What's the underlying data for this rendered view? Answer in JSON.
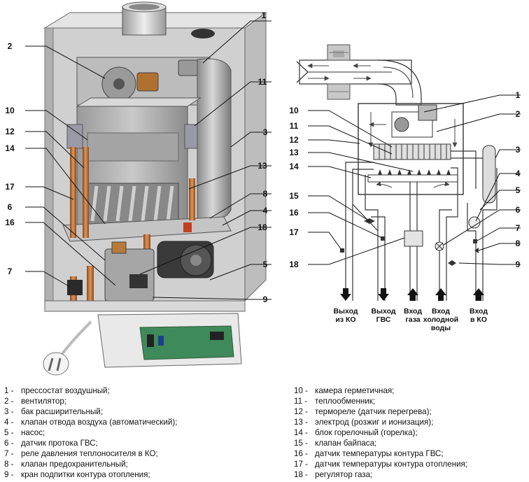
{
  "callouts_left": [
    "1",
    "2",
    "3",
    "4",
    "5",
    "6",
    "7",
    "8",
    "9",
    "10",
    "11",
    "12",
    "13",
    "14",
    "16",
    "17",
    "18"
  ],
  "callouts_right": [
    "1",
    "2",
    "3",
    "4",
    "5",
    "6",
    "7",
    "8",
    "9",
    "10",
    "11",
    "12",
    "13",
    "14",
    "15",
    "16",
    "17",
    "18"
  ],
  "outlets": [
    {
      "lines": [
        "Выход",
        "из КО"
      ],
      "arrow": "down"
    },
    {
      "lines": [
        "Выход",
        "ГВС"
      ],
      "arrow": "down"
    },
    {
      "lines": [
        "Вход",
        "газа"
      ],
      "arrow": "up"
    },
    {
      "lines": [
        "Вход",
        "холодной",
        "воды"
      ],
      "arrow": "up"
    },
    {
      "lines": [
        "Вход",
        "в КО"
      ],
      "arrow": "up"
    }
  ],
  "legend_left": [
    {
      "n": "1 -",
      "text": "прессостат воздушный;"
    },
    {
      "n": "2 -",
      "text": "вентилятор;"
    },
    {
      "n": "3 -",
      "text": "бак расширительный;"
    },
    {
      "n": "4 -",
      "text": "клапан отвода воздуха (автоматический);"
    },
    {
      "n": "5 -",
      "text": "насос;"
    },
    {
      "n": "6 -",
      "text": "датчик протока ГВС;"
    },
    {
      "n": "7 -",
      "text": "реле давления теплоносителя в КО;"
    },
    {
      "n": "8 -",
      "text": "клапан предохранительный;"
    },
    {
      "n": "9 -",
      "text": "кран подпитки контура отопления;"
    }
  ],
  "legend_right": [
    {
      "n": "10 -",
      "text": "камера герметичная;"
    },
    {
      "n": "11 -",
      "text": "теплообменник;"
    },
    {
      "n": "12 -",
      "text": "термореле (датчик перегрева);"
    },
    {
      "n": "13 -",
      "text": "электрод (розжиг и ионизация);"
    },
    {
      "n": "14 -",
      "text": "блок горелочный (горелка);"
    },
    {
      "n": "15 -",
      "text": "клапан байпаса;"
    },
    {
      "n": "16 -",
      "text": "датчик температуры контура ГВС;"
    },
    {
      "n": "17 -",
      "text": "датчик температуры контура отопления;"
    },
    {
      "n": "18 -",
      "text": "регулятор газа;"
    }
  ]
}
